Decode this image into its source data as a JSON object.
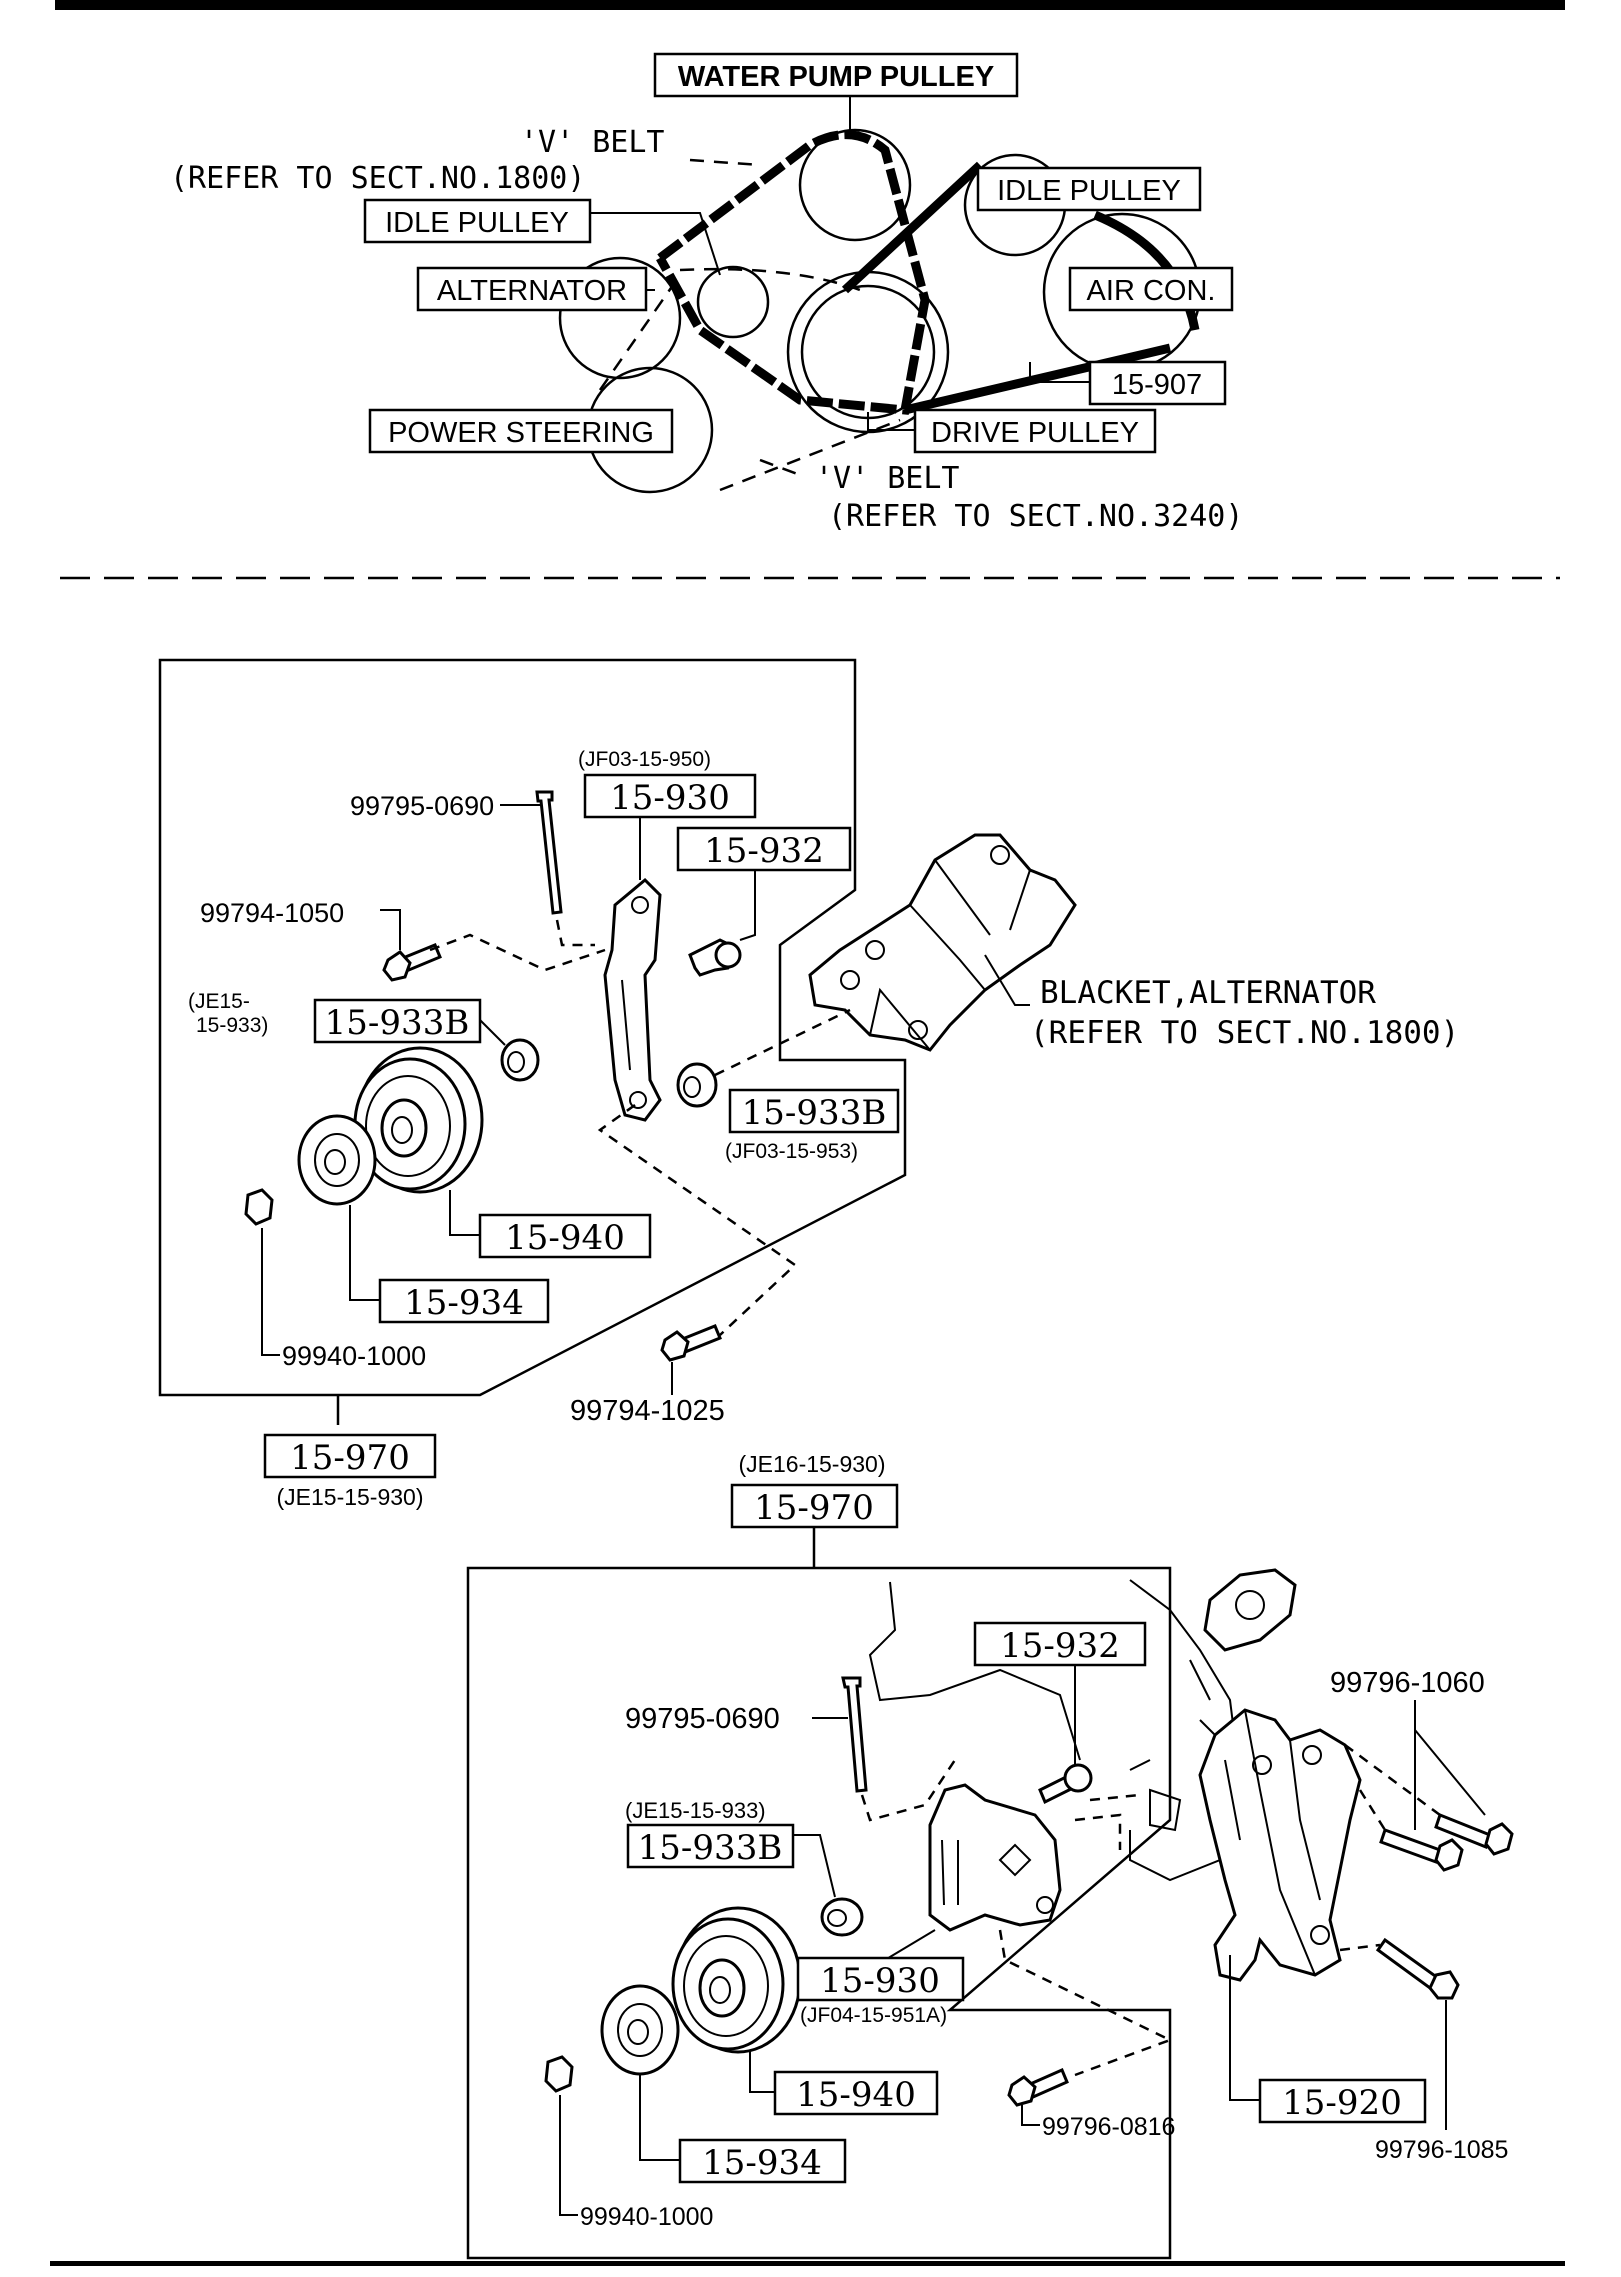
{
  "belt_diagram": {
    "water_pump_pulley": "WATER PUMP PULLEY",
    "v_belt_top": "'V' BELT",
    "v_belt_top_ref": "(REFER TO SECT.NO.1800)",
    "idle_pulley_left": "IDLE PULLEY",
    "idle_pulley_right": "IDLE PULLEY",
    "alternator": "ALTERNATOR",
    "air_con": "AIR CON.",
    "part_15_907": "15-907",
    "power_steering": "POWER STEERING",
    "drive_pulley": "DRIVE PULLEY",
    "v_belt_bottom": "'V' BELT",
    "v_belt_bottom_ref": "(REFER TO SECT.NO.3240)"
  },
  "upper_assembly": {
    "bolt_99795_0690": "99795-0690",
    "code_jf03_15_950": "(JF03-15-950)",
    "part_15_930": "15-930",
    "part_15_932": "15-932",
    "bolt_99794_1050": "99794-1050",
    "code_je15_a": "(JE15-",
    "code_je15_b": "15-933)",
    "part_15_933b_left": "15-933B",
    "bracket_label": "BLACKET,ALTERNATOR",
    "bracket_ref": "(REFER TO SECT.NO.1800)",
    "part_15_933b_right": "15-933B",
    "code_jf03_15_953": "(JF03-15-953)",
    "part_15_940": "15-940",
    "part_15_934": "15-934",
    "nut_99940_1000": "99940-1000",
    "bolt_99794_1025": "99794-1025",
    "part_15_970": "15-970",
    "code_je15_15_930": "(JE15-15-930)"
  },
  "lower_assembly": {
    "code_je16_15_930": "(JE16-15-930)",
    "part_15_970": "15-970",
    "part_15_932": "15-932",
    "bolt_99795_0690": "99795-0690",
    "bolt_99796_1060": "99796-1060",
    "code_je15_15_933": "(JE15-15-933)",
    "part_15_933b": "15-933B",
    "part_15_930": "15-930",
    "code_jf04_15_951a": "(JF04-15-951A)",
    "part_15_940": "15-940",
    "part_15_934": "15-934",
    "bolt_99796_0816": "99796-0816",
    "part_15_920": "15-920",
    "bolt_99796_1085": "99796-1085",
    "nut_99940_1000": "99940-1000"
  }
}
